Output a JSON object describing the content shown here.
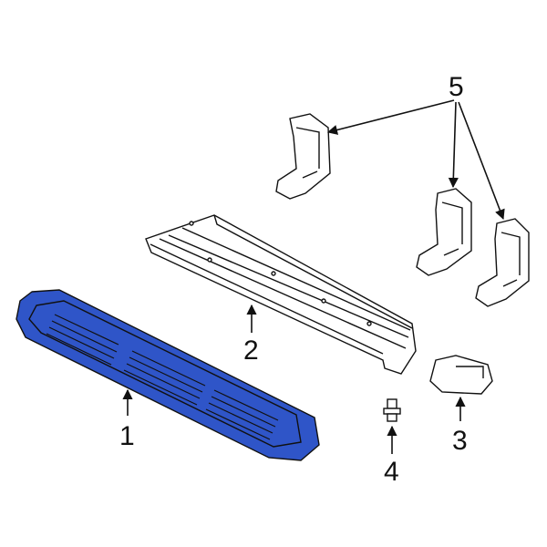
{
  "diagram": {
    "highlight_color": "#2f55c8",
    "line_color": "#111111",
    "callouts": [
      {
        "label": "1",
        "part": "step-pad",
        "highlighted": true
      },
      {
        "label": "2",
        "part": "running-board-rail"
      },
      {
        "label": "3",
        "part": "end-cap"
      },
      {
        "label": "4",
        "part": "fastener"
      },
      {
        "label": "5",
        "part": "mounting-brackets"
      }
    ]
  }
}
